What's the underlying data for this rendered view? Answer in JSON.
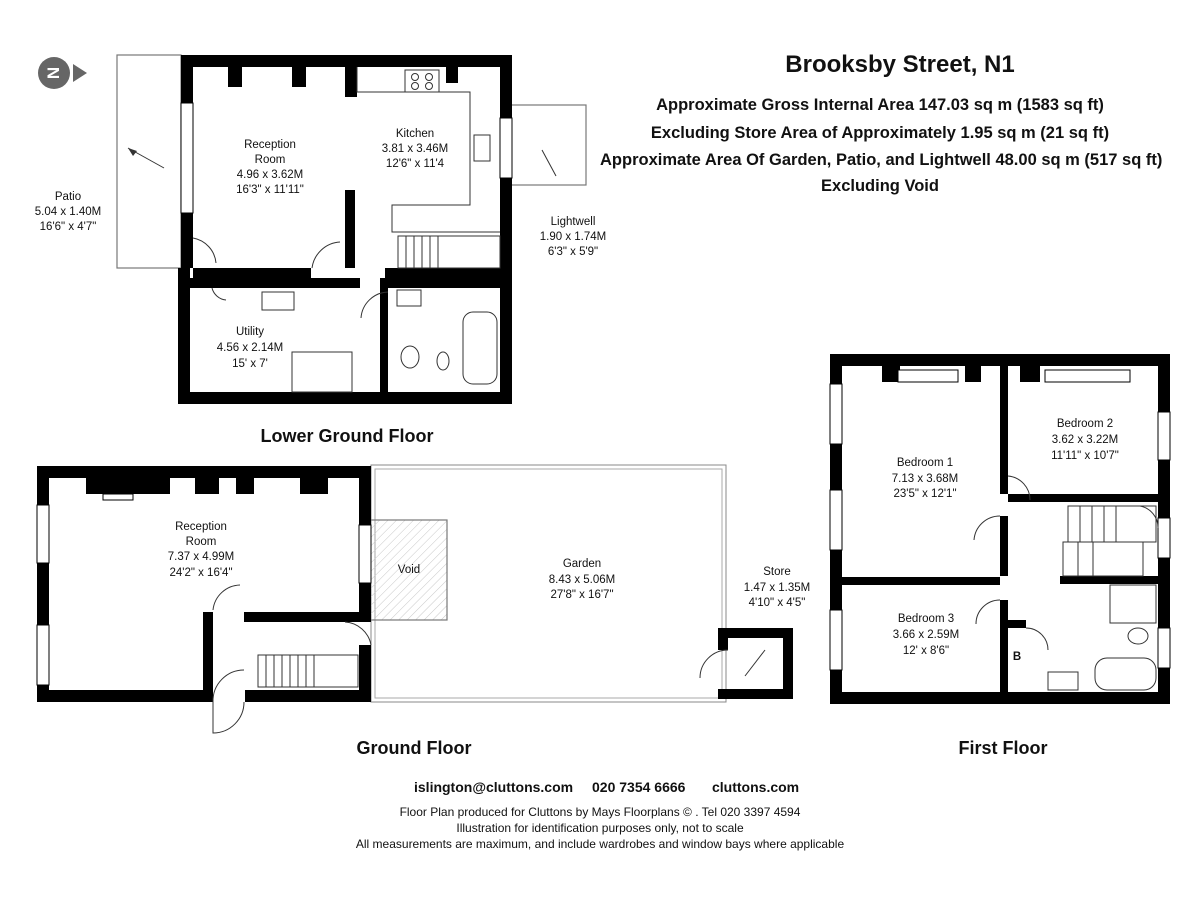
{
  "header": {
    "title": "Brooksby Street, N1",
    "lines": [
      "Approximate Gross Internal Area 147.03 sq m  (1583 sq ft)",
      "Excluding Store Area of Approximately 1.95 sq m  (21 sq ft)",
      "Approximate Area Of Garden, Patio, and Lightwell 48.00 sq m  (517 sq ft)",
      "Excluding Void"
    ]
  },
  "compass": {
    "letter": "N"
  },
  "floors": {
    "lower_ground": "Lower Ground Floor",
    "ground": "Ground Floor",
    "first": "First Floor"
  },
  "rooms": {
    "patio": {
      "name": "Patio",
      "metric": "5.04 x 1.40M",
      "imperial": "16'6\" x 4'7\""
    },
    "reception_lg": {
      "name1": "Reception",
      "name2": "Room",
      "metric": "4.96 x 3.62M",
      "imperial": "16'3\" x 11'11\""
    },
    "kitchen": {
      "name": "Kitchen",
      "metric": "3.81 x 3.46M",
      "imperial": "12'6\" x 11'4"
    },
    "lightwell": {
      "name": "Lightwell",
      "metric": "1.90 x 1.74M",
      "imperial": "6'3\" x 5'9\""
    },
    "utility": {
      "name": "Utility",
      "metric": "4.56 x 2.14M",
      "imperial": "15' x 7'"
    },
    "reception_g": {
      "name1": "Reception",
      "name2": "Room",
      "metric": "7.37 x 4.99M",
      "imperial": "24'2\" x 16'4\""
    },
    "void": {
      "name": "Void"
    },
    "garden": {
      "name": "Garden",
      "metric": "8.43 x 5.06M",
      "imperial": "27'8\" x 16'7\""
    },
    "store": {
      "name": "Store",
      "metric": "1.47 x 1.35M",
      "imperial": "4'10\" x 4'5\""
    },
    "bedroom1": {
      "name": "Bedroom 1",
      "metric": "7.13 x 3.68M",
      "imperial": "23'5\" x 12'1\""
    },
    "bedroom2": {
      "name": "Bedroom 2",
      "metric": "3.62 x 3.22M",
      "imperial": "11'11\" x 10'7\""
    },
    "bedroom3": {
      "name": "Bedroom 3",
      "metric": "3.66 x 2.59M",
      "imperial": "12' x 8'6\""
    },
    "boiler": {
      "name": "B"
    }
  },
  "footer": {
    "email": "islington@cluttons.com",
    "phone": "020 7354 6666",
    "website": "cluttons.com",
    "produced": "Floor Plan produced for Cluttons by Mays Floorplans  © . Tel 020 3397 4594",
    "illustration": "Illustration for identification purposes only, not to scale",
    "measurements": "All measurements are maximum, and include wardrobes and window bays where applicable"
  },
  "colors": {
    "wall": "#000000",
    "compass": "#666666",
    "hatch": "#9a9a9a"
  }
}
